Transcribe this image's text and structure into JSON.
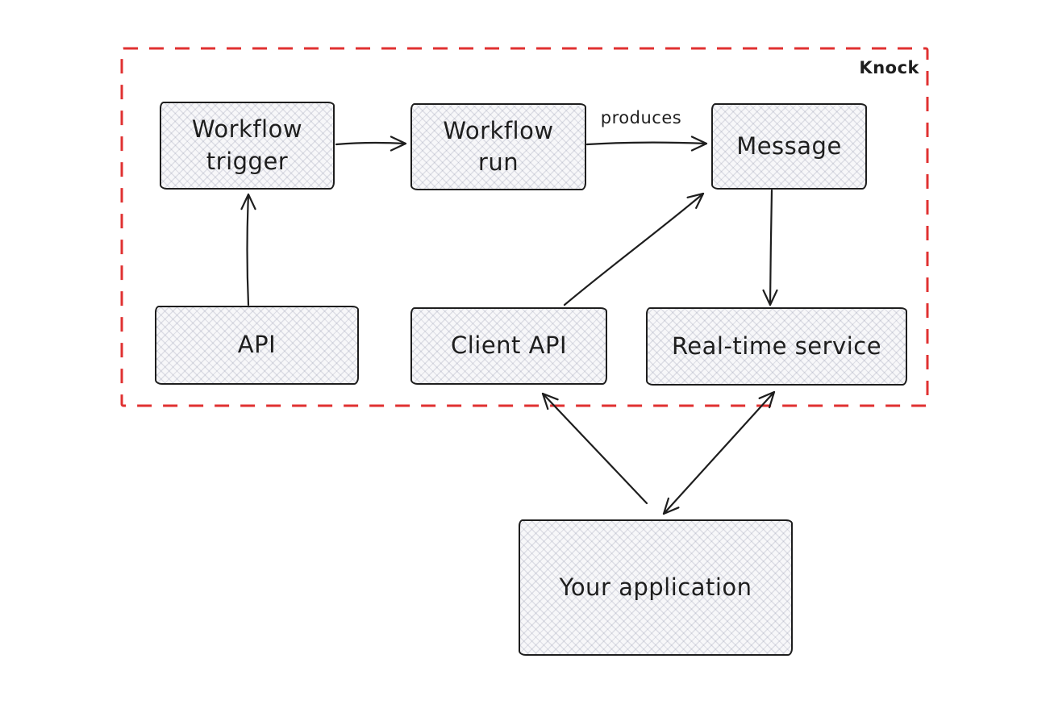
{
  "diagram": {
    "container": {
      "label": "Knock",
      "border_color": "#e03131"
    },
    "nodes": [
      {
        "id": "workflow-trigger",
        "label": "Workflow trigger"
      },
      {
        "id": "workflow-run",
        "label": "Workflow run"
      },
      {
        "id": "message",
        "label": "Message"
      },
      {
        "id": "api",
        "label": "API"
      },
      {
        "id": "client-api",
        "label": "Client API"
      },
      {
        "id": "realtime-service",
        "label": "Real-time service"
      },
      {
        "id": "your-application",
        "label": "Your application"
      }
    ],
    "edges": [
      {
        "from": "Workflow trigger",
        "to": "Workflow run",
        "label": "",
        "arrows": "end"
      },
      {
        "from": "Workflow run",
        "to": "Message",
        "label": "produces",
        "arrows": "end"
      },
      {
        "from": "API",
        "to": "Workflow trigger",
        "label": "",
        "arrows": "end"
      },
      {
        "from": "Client API",
        "to": "Message",
        "label": "",
        "arrows": "end"
      },
      {
        "from": "Message",
        "to": "Real-time service",
        "label": "",
        "arrows": "end"
      },
      {
        "from": "Your application",
        "to": "Client API",
        "label": "",
        "arrows": "end"
      },
      {
        "from": "Your application",
        "to": "Real-time service",
        "label": "",
        "arrows": "both"
      }
    ],
    "colors": {
      "stroke": "#1e1e1e",
      "container_border": "#e03131",
      "node_fill": "#f7f7f9",
      "background": "#ffffff"
    }
  }
}
